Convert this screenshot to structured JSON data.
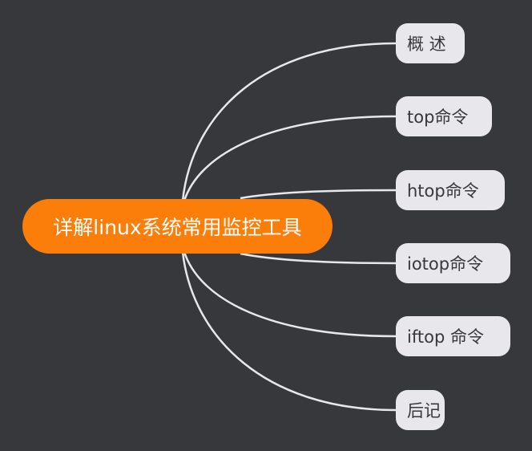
{
  "root": {
    "label": "详解linux系统常用监控工具",
    "color": "#fb7e0a"
  },
  "children": [
    {
      "label": "概 述"
    },
    {
      "label": "top命令"
    },
    {
      "label": "htop命令"
    },
    {
      "label": "iotop命令"
    },
    {
      "label": "iftop 命令"
    },
    {
      "label": "后记"
    }
  ]
}
